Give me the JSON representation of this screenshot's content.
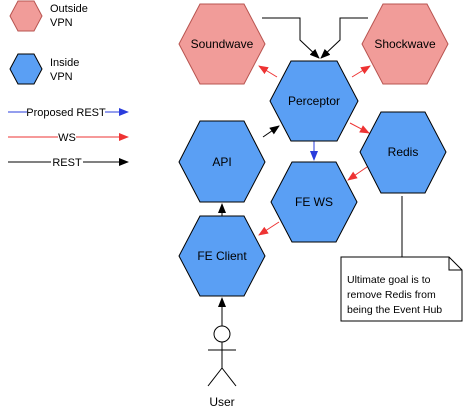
{
  "legend": {
    "outside_vpn": [
      "Outside",
      "VPN"
    ],
    "inside_vpn": [
      "Inside",
      "VPN"
    ],
    "proposed_rest": "Proposed REST",
    "ws": "WS",
    "rest": "REST"
  },
  "nodes": {
    "soundwave": "Soundwave",
    "shockwave": "Shockwave",
    "perceptor": "Perceptor",
    "api": "API",
    "redis": "Redis",
    "fe_ws": "FE WS",
    "fe_client": "FE Client"
  },
  "note_lines": [
    "Ultimate goal is to",
    "remove Redis from",
    "being the Event Hub"
  ],
  "actor": "User",
  "colors": {
    "outside_fill": "#f19c99",
    "outside_stroke": "#b85450",
    "inside_fill": "#5a9ff4",
    "inside_stroke": "#000000",
    "ws_arrow": "#ee3333",
    "proposed_arrow": "#2a3cdc",
    "rest_arrow": "#000000"
  }
}
